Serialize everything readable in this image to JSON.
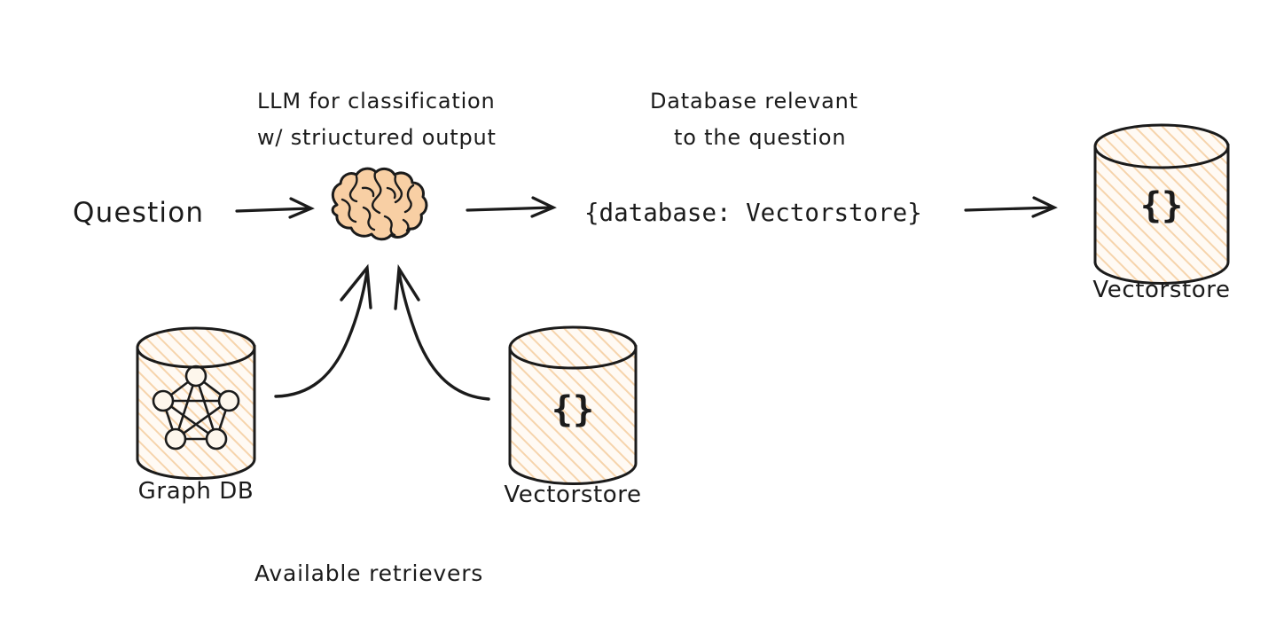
{
  "diagram": {
    "title_caption": "Available retrievers",
    "nodes": {
      "question": {
        "label": "Question"
      },
      "llm": {
        "icon": "brain-icon",
        "annotation_line1": "LLM for classification",
        "annotation_line2": "w/ striuctured output"
      },
      "structured_output": {
        "value": "{database: Vectorstore}",
        "annotation_line1": "Database relevant",
        "annotation_line2": "to the question"
      },
      "selected_store": {
        "label": "Vectorstore",
        "icon": "database-cylinder-icon",
        "glyph": "{}"
      },
      "graph_db": {
        "label": "Graph DB",
        "icon": "database-cylinder-icon",
        "inner_icon": "graph-network-icon"
      },
      "vectorstore": {
        "label": "Vectorstore",
        "icon": "database-cylinder-icon",
        "glyph": "{}"
      }
    },
    "arrows": [
      {
        "name": "arrow-question-to-llm",
        "kind": "straight"
      },
      {
        "name": "arrow-llm-to-output",
        "kind": "straight"
      },
      {
        "name": "arrow-output-to-store",
        "kind": "straight"
      },
      {
        "name": "arrow-graphdb-to-llm",
        "kind": "curved"
      },
      {
        "name": "arrow-vectorstore-to-llm",
        "kind": "curved"
      }
    ],
    "colors": {
      "ink": "#1b1b1b",
      "brain_fill": "#f8cfa4",
      "hatch": "#f6d4ac",
      "cylinder_fill": "#fffaf4",
      "glyph": "#4a4e5a",
      "background": "#ffffff"
    }
  }
}
